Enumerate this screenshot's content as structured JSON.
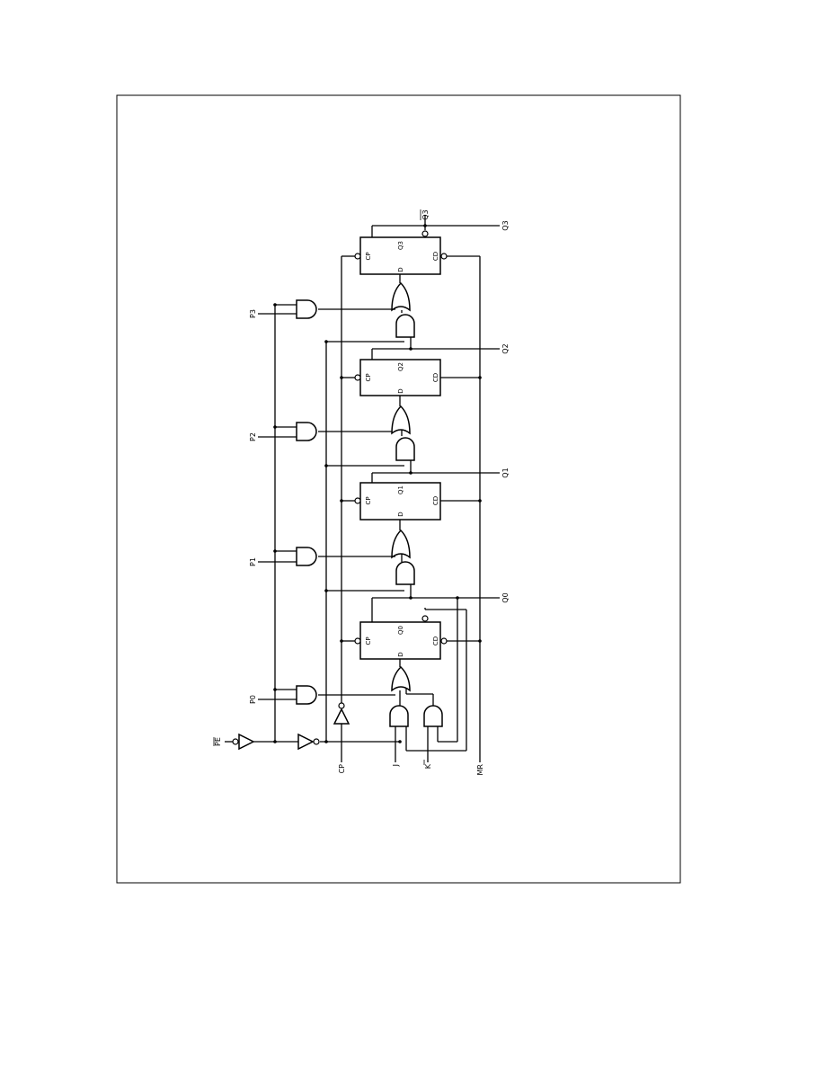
{
  "frame": {
    "border_color": "#000000",
    "background": "#ffffff"
  },
  "labels": {
    "pe": "PE",
    "cp": "CP",
    "j": "J",
    "k_bar": "K",
    "mr": "MR",
    "p0": "P0",
    "p1": "P1",
    "p2": "P2",
    "p3": "P3",
    "q0": "Q0",
    "q1": "Q1",
    "q2": "Q2",
    "q3": "Q3",
    "q3_bar": "Q3"
  },
  "flipflops": [
    {
      "cp": "CP",
      "q": "Q0",
      "d": "D",
      "cd": "CD"
    },
    {
      "cp": "CP",
      "q": "Q1",
      "d": "D",
      "cd": "CD"
    },
    {
      "cp": "CP",
      "q": "Q2",
      "d": "D",
      "cd": "CD"
    },
    {
      "cp": "CP",
      "q": "Q3",
      "d": "D",
      "cd": "CD"
    }
  ]
}
